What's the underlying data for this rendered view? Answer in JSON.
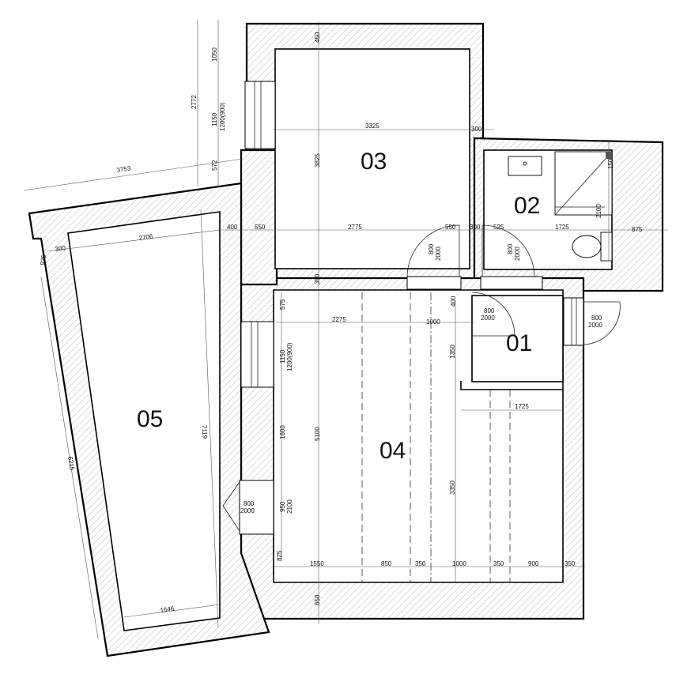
{
  "rooms": {
    "r01": "01",
    "r02": "02",
    "r03": "03",
    "r04": "04",
    "r05": "05"
  },
  "dims": {
    "d450": "450",
    "d1050": "1050",
    "d2772": "2772",
    "d1150a": "1150",
    "d1200a": "1200(900)",
    "d572": "572",
    "d3753": "3753",
    "d3325": "3325",
    "d300a": "300",
    "d3825": "3825",
    "d150": "150",
    "d2100a": "2100",
    "d400": "400",
    "d550a": "550",
    "d2775": "2775",
    "d550b": "550",
    "d300b": "300",
    "d525": "525",
    "d1725a": "1725",
    "d875": "875",
    "d925": "925",
    "d300c": "300",
    "d2706": "2706",
    "d800a": "800",
    "d2000a": "2000",
    "d800b": "800",
    "d2000b": "2000",
    "d350a": "350",
    "d575": "575",
    "d2275": "2275",
    "d1000a": "1000",
    "d400b": "400",
    "d800c": "800",
    "d2000c": "2000",
    "d800d": "800",
    "d2000d": "2000",
    "d1150b": "1150",
    "d1200b": "1200(900)",
    "d1350": "1350",
    "d1725b": "1725",
    "d7119": "7119",
    "d6215": "6215",
    "d1600": "1600",
    "d5100": "5100",
    "d3350": "3350",
    "d800e": "800",
    "d2000e": "2000",
    "d950": "950",
    "d2100b": "2100",
    "d825": "825",
    "d1550": "1550",
    "d850": "850",
    "d350b": "350",
    "d1000b": "1000",
    "d350c": "350",
    "d900": "900",
    "d350d": "350",
    "d650": "650",
    "d1646": "1646"
  }
}
